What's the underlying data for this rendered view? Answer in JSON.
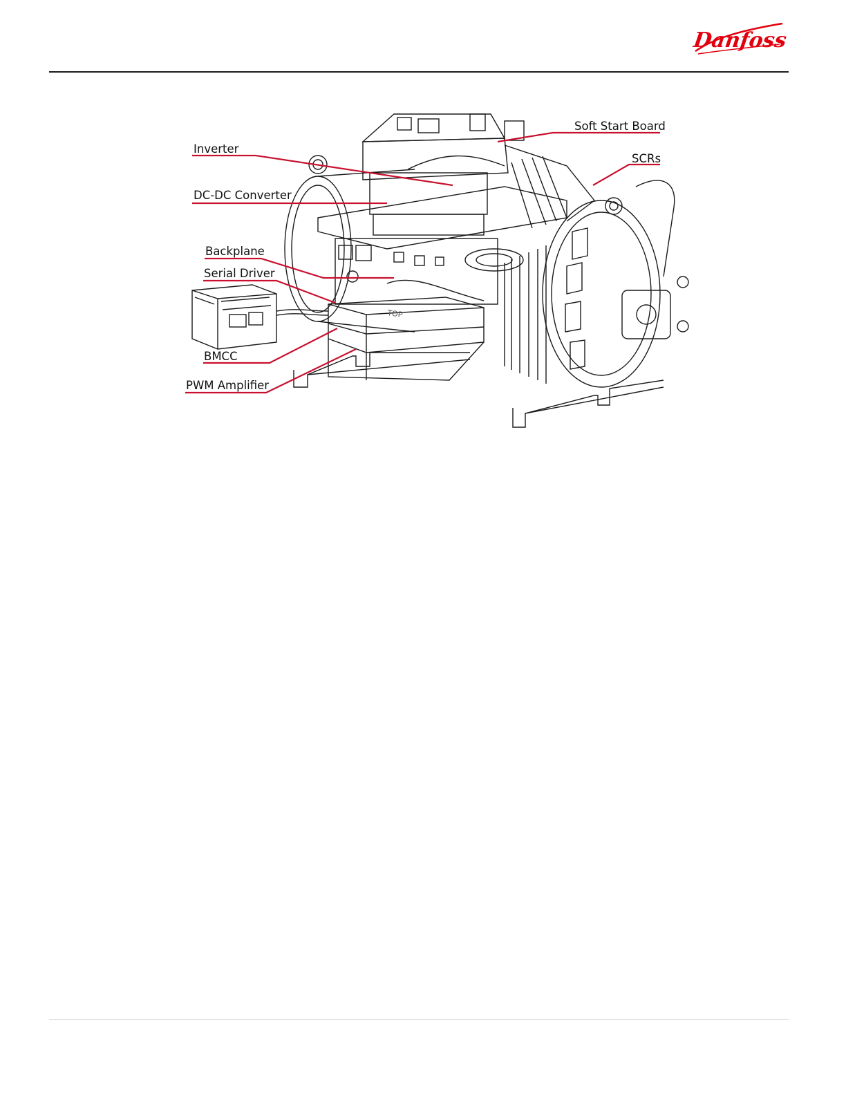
{
  "brand": {
    "logo_text": "Danfoss",
    "logo_color": "#e2000f"
  },
  "figure": {
    "leader_color": "#c8102e",
    "labels": {
      "soft_start_board": "Soft Start Board",
      "inverter": "Inverter",
      "scrs": "SCRs",
      "dc_dc_converter": "DC-DC Converter",
      "backplane": "Backplane",
      "serial_driver": "Serial Driver",
      "bmcc": "BMCC",
      "pwm_amplifier": "PWM Amplifier"
    },
    "module_marking": "TOP"
  }
}
